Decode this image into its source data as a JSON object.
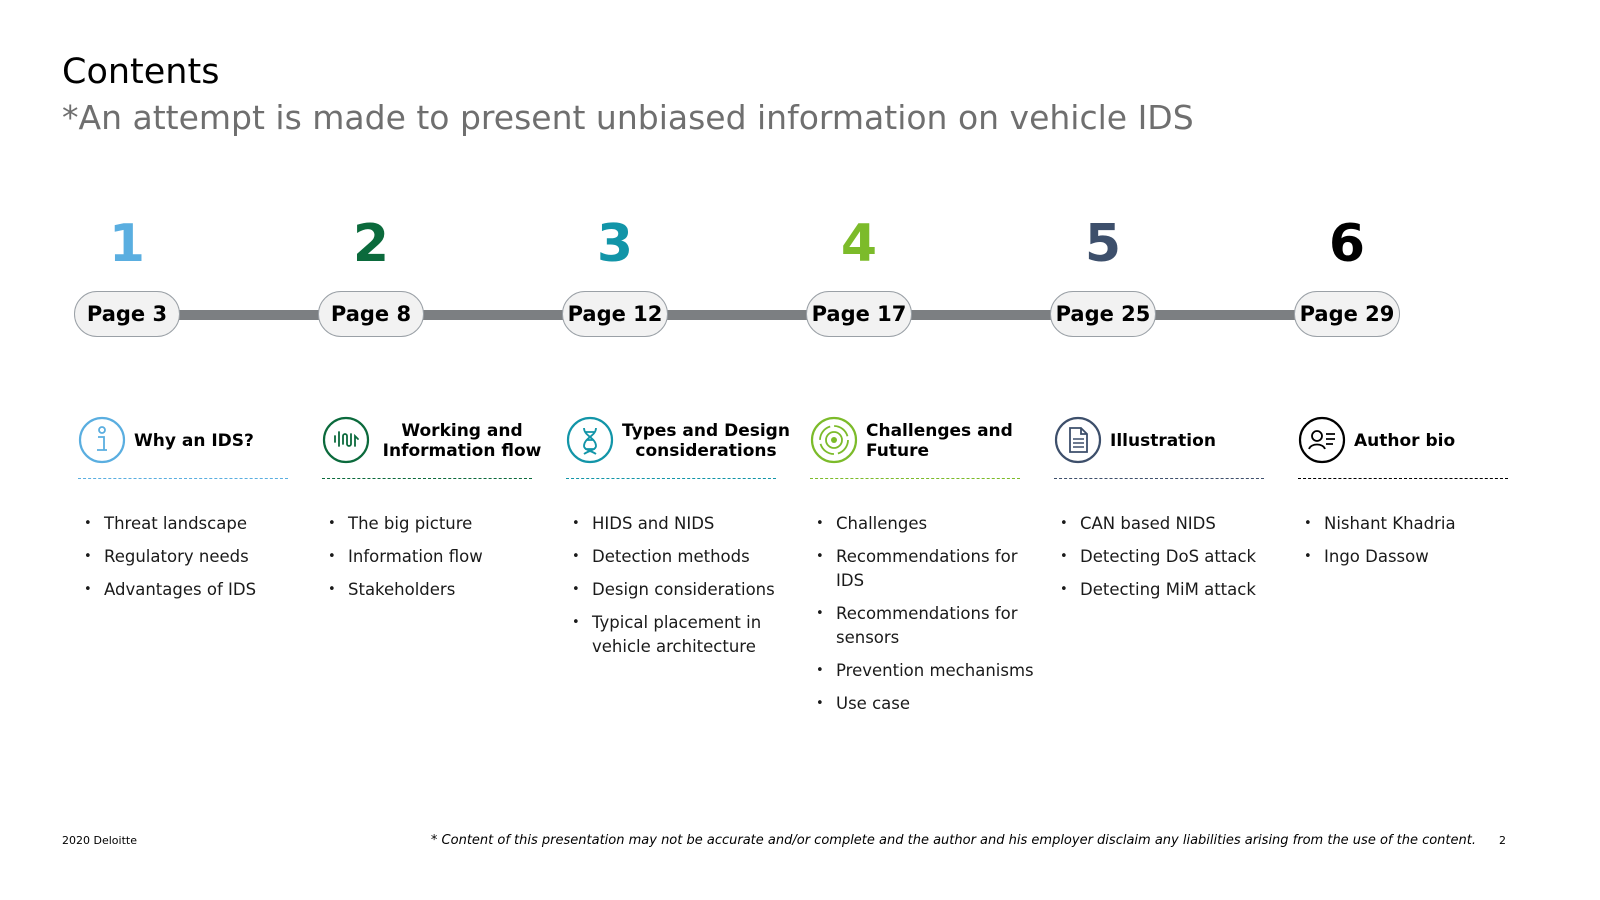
{
  "header": {
    "title": "Contents",
    "subtitle": "*An attempt is made to present unbiased information on vehicle IDS"
  },
  "sections": [
    {
      "number": "1",
      "page": "Page 3",
      "heading": "Why an IDS?",
      "icon": "info-icon",
      "color": "#5aaee0",
      "divider_color": "#5aaee0",
      "items": [
        "Threat landscape",
        "Regulatory needs",
        "Advantages of IDS"
      ]
    },
    {
      "number": "2",
      "page": "Page 8",
      "heading": "Working and Information flow",
      "icon": "waveform-icon",
      "color": "#0b6a3c",
      "divider_color": "#0b6a3c",
      "items": [
        "The big picture",
        "Information flow",
        "Stakeholders"
      ]
    },
    {
      "number": "3",
      "page": "Page 12",
      "heading": "Types and Design considerations",
      "icon": "dna-icon",
      "color": "#1295a8",
      "divider_color": "#1295a8",
      "items": [
        "HIDS and NIDS",
        "Detection methods",
        "Design considerations",
        "Typical placement in vehicle architecture"
      ]
    },
    {
      "number": "4",
      "page": "Page 17",
      "heading": "Challenges and Future",
      "icon": "target-icon",
      "color": "#7cbb2a",
      "divider_color": "#7cbb2a",
      "items": [
        "Challenges",
        "Recommendations for IDS",
        "Recommendations for sensors",
        "Prevention mechanisms",
        "Use case"
      ]
    },
    {
      "number": "5",
      "page": "Page 25",
      "heading": "Illustration",
      "icon": "document-icon",
      "color": "#3d4f6b",
      "divider_color": "#3d4f6b",
      "items": [
        "CAN based NIDS",
        "Detecting DoS attack",
        "Detecting MiM attack"
      ]
    },
    {
      "number": "6",
      "page": "Page 29",
      "heading": "Author bio",
      "icon": "person-list-icon",
      "color": "#000000",
      "divider_color": "#000000",
      "items": [
        "Nishant Khadria",
        "Ingo Dassow"
      ]
    }
  ],
  "footer": {
    "copyright": "2020 Deloitte",
    "disclaimer": "* Content of this presentation may not be accurate and/or complete and the author and his employer disclaim any liabilities arising from the use of the content.",
    "page_number": "2"
  }
}
